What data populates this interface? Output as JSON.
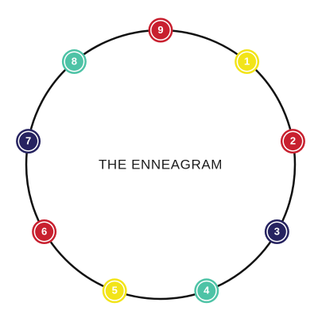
{
  "title": "THE ENNEAGRAM",
  "colors": {
    "ring": "#111111",
    "red": "#c8202f",
    "yellow": "#f2e419",
    "teal": "#4ec3a6",
    "navy": "#262360",
    "background": "#ffffff"
  },
  "nodes": [
    {
      "label": "9",
      "color": "red"
    },
    {
      "label": "1",
      "color": "yellow"
    },
    {
      "label": "2",
      "color": "red"
    },
    {
      "label": "3",
      "color": "navy"
    },
    {
      "label": "4",
      "color": "teal"
    },
    {
      "label": "5",
      "color": "yellow"
    },
    {
      "label": "6",
      "color": "red"
    },
    {
      "label": "7",
      "color": "navy"
    },
    {
      "label": "8",
      "color": "teal"
    }
  ]
}
